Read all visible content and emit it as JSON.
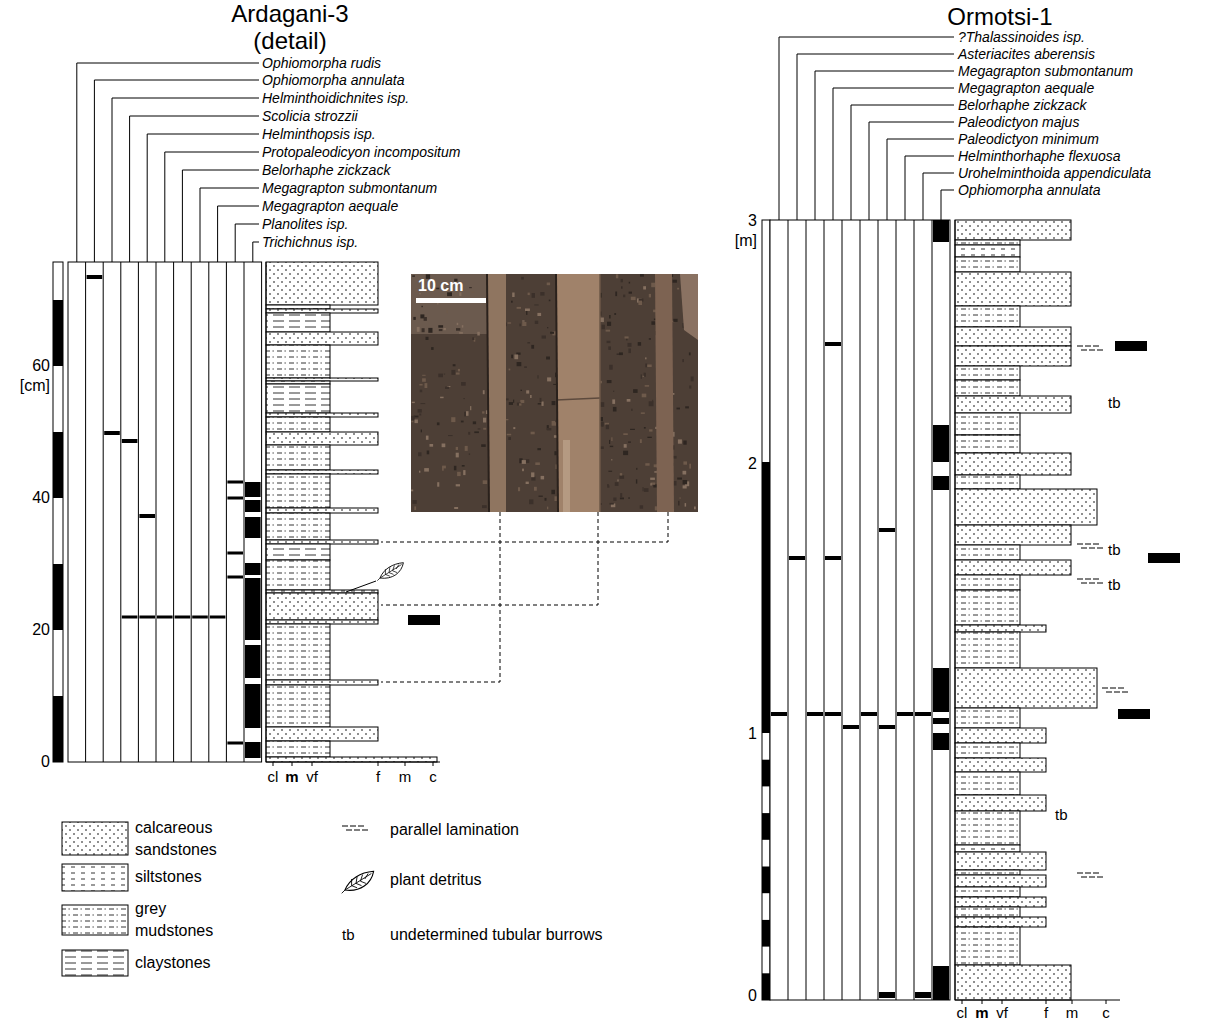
{
  "diagram": {
    "labels": [
      "Ardagani-3 (detail)",
      "Ormotsi-1",
      "Ophiomorpha rudis",
      "Ophiomorpha annulata",
      "Helminthoidichnites isp.",
      "Scolicia strozzii",
      "Helminthopsis isp.",
      "Protopaleodicyon incompositum",
      "Belorhaphe zickzack",
      "Megagrapton submontanum",
      "Megagrapton aequale",
      "Planolites isp.",
      "Trichichnus isp.",
      "60",
      "[cm]",
      "40",
      "20",
      "0",
      "cl",
      "m",
      "vf",
      "f",
      "m",
      "c",
      "10 cm",
      "?Thalassinoides isp.",
      "Asteriacites aberensis",
      "Megagrapton submontanum",
      "Megagrapton aequale",
      "Belorhaphe zickzack",
      "Paleodictyon majus",
      "Paleodictyon minimum",
      "Helminthorhaphe flexuosa",
      "Urohelminthoida appendiculata",
      "Ophiomorpha annulata",
      "3",
      "[m]",
      "2",
      "1",
      "0",
      "cl",
      "m",
      "vf",
      "f",
      "m",
      "c",
      "tb",
      "tb",
      "tb",
      "tb",
      "tb"
    ],
    "legend": [
      {
        "text": "calcareous sandstones"
      },
      {
        "text": "siltstones"
      },
      {
        "text": "grey mudstones"
      },
      {
        "text": "claystones"
      },
      {
        "text": "parallel lamination"
      },
      {
        "text": "plant detritus"
      },
      {
        "text": "undetermined tubular burrows"
      }
    ]
  }
}
